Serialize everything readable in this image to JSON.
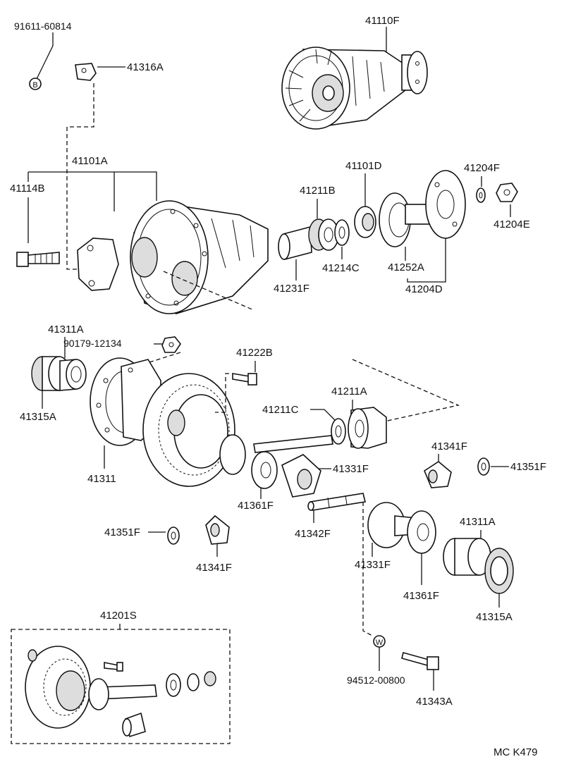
{
  "diagram": {
    "footer_code": "MC  K479",
    "markers": {
      "b": "B",
      "w": "W"
    },
    "labels": {
      "p91611_60814": "91611-60814",
      "p41316A": "41316A",
      "p41110F": "41110F",
      "p41101A": "41101A",
      "p41114B": "41114B",
      "p41211B_top": "41211B",
      "p41101D": "41101D",
      "p41204F": "41204F",
      "p41204E": "41204E",
      "p41214C": "41214C",
      "p41231F": "41231F",
      "p41252A": "41252A",
      "p41204D": "41204D",
      "p41311A_left": "41311A",
      "p90179_12134": "90179-12134",
      "p41222B": "41222B",
      "p41211A": "41211A",
      "p41211C": "41211C",
      "p41315A_left": "41315A",
      "p41311": "41311",
      "p41341F_right": "41341F",
      "p41351F_right": "41351F",
      "p41331F_top": "41331F",
      "p41361F_left": "41361F",
      "p41342F": "41342F",
      "p41351F_left": "41351F",
      "p41341F_left": "41341F",
      "p41311A_right": "41311A",
      "p41331F_bottom": "41331F",
      "p41361F_right": "41361F",
      "p41315A_right": "41315A",
      "p41201S": "41201S",
      "p94512_00800": "94512-00800",
      "p41343A": "41343A"
    }
  }
}
